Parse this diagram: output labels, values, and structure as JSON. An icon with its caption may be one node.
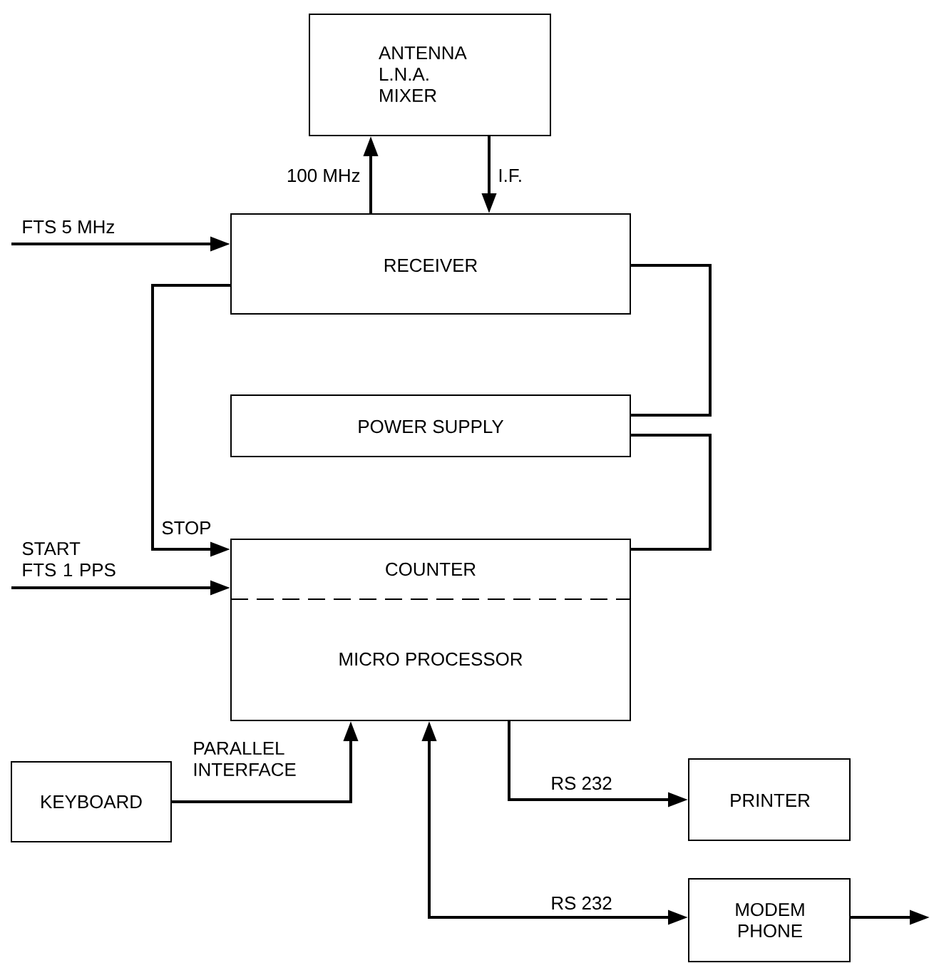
{
  "diagram": {
    "nodes": [
      {
        "text": [
          "ANTENNA L.N.A. MIXER"
        ]
      },
      {
        "text": [
          "RECEIVER"
        ]
      },
      {
        "text": [
          "POWER SUPPLY"
        ]
      },
      {
        "text": [
          "COUNTER",
          "MICRO PROCESSOR"
        ]
      },
      {
        "text": [
          "KEYBOARD"
        ]
      },
      {
        "text": [
          "PRINTER"
        ]
      },
      {
        "text": [
          "MODEM PHONE"
        ]
      }
    ],
    "edges": [
      {
        "from": 1,
        "to": 0,
        "arrow": "to",
        "label": "100 MHz"
      },
      {
        "from": 0,
        "to": 1,
        "arrow": "to",
        "label": "I.F."
      },
      {
        "from": null,
        "to": 1,
        "arrow": "to",
        "label": "FTS 5 MHz"
      },
      {
        "from": 1,
        "to": 3,
        "arrow": "to",
        "label": "STOP"
      },
      {
        "from": 2,
        "to": 1,
        "arrow": "none"
      },
      {
        "from": 2,
        "to": 3,
        "arrow": "none"
      },
      {
        "from": null,
        "to": 3,
        "arrow": "to",
        "label": "START FTS 1 PPS"
      },
      {
        "from": 4,
        "to": 3,
        "arrow": "to",
        "label": "PARALLEL INTERFACE"
      },
      {
        "from": 3,
        "to": 5,
        "arrow": "to",
        "label": "RS 232"
      },
      {
        "from": 3,
        "to": 6,
        "arrow": "both",
        "label": "RS 232"
      },
      {
        "from": 6,
        "to": null,
        "arrow": "to"
      }
    ]
  }
}
